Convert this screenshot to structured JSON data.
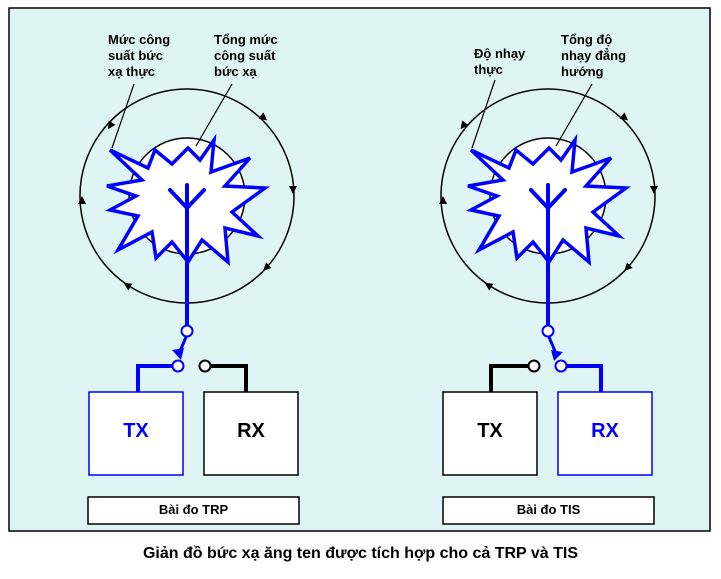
{
  "panels": {
    "trp": {
      "label_actual": "Mức công suất bức xạ thực",
      "label_actual_lines": [
        "Mức công",
        "suất bức",
        "xạ thực"
      ],
      "label_total_lines": [
        "Tổng mức",
        "công suất",
        "bức xạ"
      ],
      "tx": "TX",
      "rx": "RX",
      "test_name": "Bài đo TRP",
      "active_box": "tx"
    },
    "tis": {
      "label_actual_lines": [
        "Độ nhạy",
        "thực"
      ],
      "label_total_lines": [
        "Tổng độ",
        "nhạy đẳng",
        "hướng"
      ],
      "tx": "TX",
      "rx": "RX",
      "test_name": "Bài đo TIS",
      "active_box": "rx"
    }
  },
  "caption": "Giản đồ bức xạ ăng ten được tích hợp cho cả TRP và TIS",
  "colors": {
    "background_panel": "#dff5f5",
    "blue": "#0000ff",
    "black": "#000000"
  }
}
